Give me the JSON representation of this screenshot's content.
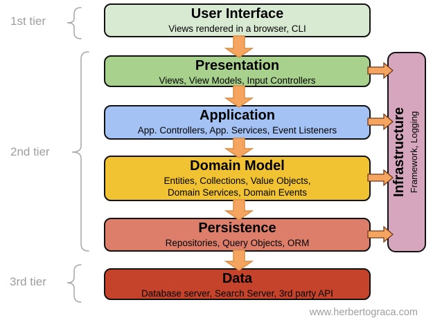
{
  "diagram": {
    "tiers": [
      {
        "label": "1st tier"
      },
      {
        "label": "2nd tier"
      },
      {
        "label": "3rd tier"
      }
    ],
    "layers": [
      {
        "title": "User Interface",
        "subtitle": [
          "Views rendered in a browser, CLI"
        ],
        "fill": "#d9ead3"
      },
      {
        "title": "Presentation",
        "subtitle": [
          "Views, View Models, Input Controllers"
        ],
        "fill": "#a9d18e"
      },
      {
        "title": "Application",
        "subtitle": [
          "App. Controllers, App. Services, Event Listeners"
        ],
        "fill": "#a4c2f4"
      },
      {
        "title": "Domain Model",
        "subtitle": [
          "Entities, Collections, Value Objects,",
          "Domain Services, Domain Events"
        ],
        "fill": "#f1c232"
      },
      {
        "title": "Persistence",
        "subtitle": [
          "Repositories, Query Objects, ORM"
        ],
        "fill": "#dd7e6b"
      },
      {
        "title": "Data",
        "subtitle": [
          "Database server, Search Server, 3rd party API"
        ],
        "fill": "#c6432b"
      }
    ],
    "infrastructure": {
      "title": "Infrastructure",
      "subtitle": "Framework, Logging",
      "fill": "#d5a6bd"
    },
    "footer": "www.herbertograca.com",
    "colors": {
      "arrow_fill": "#f5a55f",
      "arrow_stroke_down": "#d98e44",
      "arrow_stroke_right": "#6e3a1c",
      "brace": "#a6a6a6",
      "tier_label": "#9e9e9e",
      "box_border": "#111111",
      "footer_text": "#9e9e9e"
    }
  }
}
